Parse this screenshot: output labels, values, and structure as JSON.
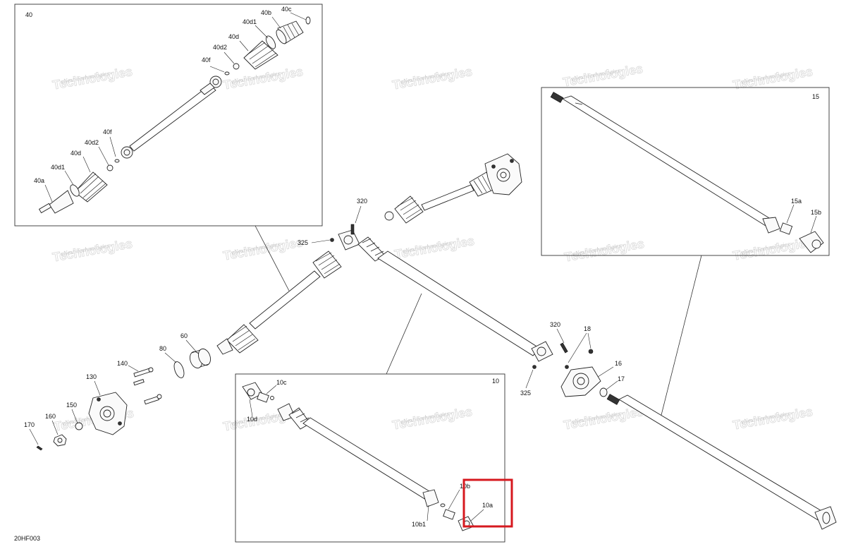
{
  "diagram_id": "20HF003",
  "watermark": {
    "line1": "vNext Technologies",
    "line2": "Technologies"
  },
  "boxes": {
    "box40": "40",
    "box15": "15",
    "box10": "10"
  },
  "callouts": {
    "c40b": "40b",
    "c40c": "40c",
    "c40d1_top": "40d1",
    "c40d_top": "40d",
    "c40d2_top": "40d2",
    "c40f_top": "40f",
    "c40f_bot": "40f",
    "c40d2_bot": "40d2",
    "c40d_bot": "40d",
    "c40d1_bot": "40d1",
    "c40a": "40a",
    "c320_top": "320",
    "c325_top": "325",
    "c60": "60",
    "c80": "80",
    "c140": "140",
    "c130": "130",
    "c150": "150",
    "c160": "160",
    "c170": "170",
    "c320_mid": "320",
    "c18": "18",
    "c16": "16",
    "c17": "17",
    "c325_mid": "325",
    "c15a": "15a",
    "c15b": "15b",
    "c10c": "10c",
    "c10d": "10d",
    "c10b": "10b",
    "c10b1": "10b1",
    "c10a": "10a"
  }
}
